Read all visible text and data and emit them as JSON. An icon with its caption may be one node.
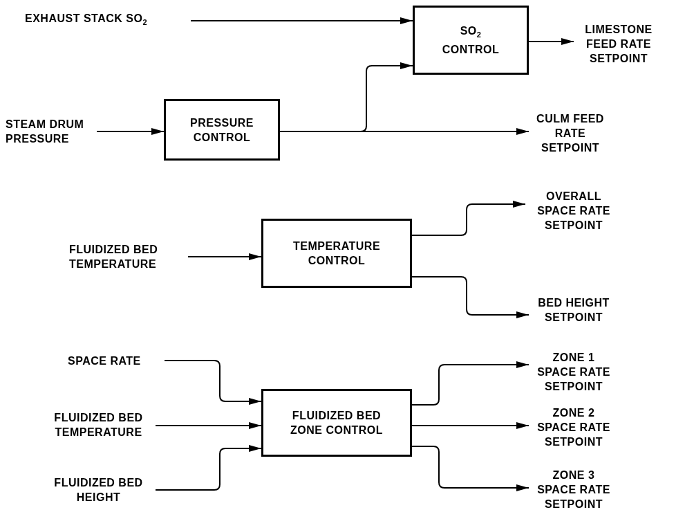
{
  "diagram": {
    "nodes": [
      {
        "text": [
          "EXHAUST STACK SO$_{2}$"
        ]
      },
      {
        "text": [
          "SO$_{2}$ CONTROL"
        ]
      },
      {
        "text": [
          "LIMESTONE FEED RATE SETPOINT"
        ]
      },
      {
        "text": [
          "STEAM DRUM PRESSURE"
        ]
      },
      {
        "text": [
          "PRESSURE CONTROL"
        ]
      },
      {
        "text": [
          "CULM FEED RATE SETPOINT"
        ]
      },
      {
        "text": [
          "FLUIDIZED BED TEMPERATURE"
        ]
      },
      {
        "text": [
          "TEMPERATURE CONTROL"
        ]
      },
      {
        "text": [
          "OVERALL SPACE RATE SETPOINT"
        ]
      },
      {
        "text": [
          "BED HEIGHT SETPOINT"
        ]
      },
      {
        "text": [
          "SPACE RATE"
        ]
      },
      {
        "text": [
          "FLUIDIZED BED TEMPERATURE"
        ]
      },
      {
        "text": [
          "FLUIDIZED BED HEIGHT"
        ]
      },
      {
        "text": [
          "FLUIDIZED BED ZONE CONTROL"
        ]
      },
      {
        "text": [
          "ZONE 1 SPACE RATE SETPOINT"
        ]
      },
      {
        "text": [
          "ZONE 2 SPACE RATE SETPOINT"
        ]
      },
      {
        "text": [
          "ZONE 3 SPACE RATE SETPOINT"
        ]
      }
    ],
    "edges": [
      {
        "from": 0,
        "to": 1,
        "arrow": "to"
      },
      {
        "from": 1,
        "to": 2,
        "arrow": "to"
      },
      {
        "from": 3,
        "to": 4,
        "arrow": "to"
      },
      {
        "from": 4,
        "to": 5,
        "arrow": "to"
      },
      {
        "from": 4,
        "to": 1,
        "arrow": "to"
      },
      {
        "from": 6,
        "to": 7,
        "arrow": "to"
      },
      {
        "from": 7,
        "to": 8,
        "arrow": "to"
      },
      {
        "from": 7,
        "to": 9,
        "arrow": "to"
      },
      {
        "from": 10,
        "to": 13,
        "arrow": "to"
      },
      {
        "from": 11,
        "to": 13,
        "arrow": "to"
      },
      {
        "from": 12,
        "to": 13,
        "arrow": "to"
      },
      {
        "from": 13,
        "to": 14,
        "arrow": "to"
      },
      {
        "from": 13,
        "to": 15,
        "arrow": "to"
      },
      {
        "from": 13,
        "to": 16,
        "arrow": "to"
      }
    ]
  }
}
